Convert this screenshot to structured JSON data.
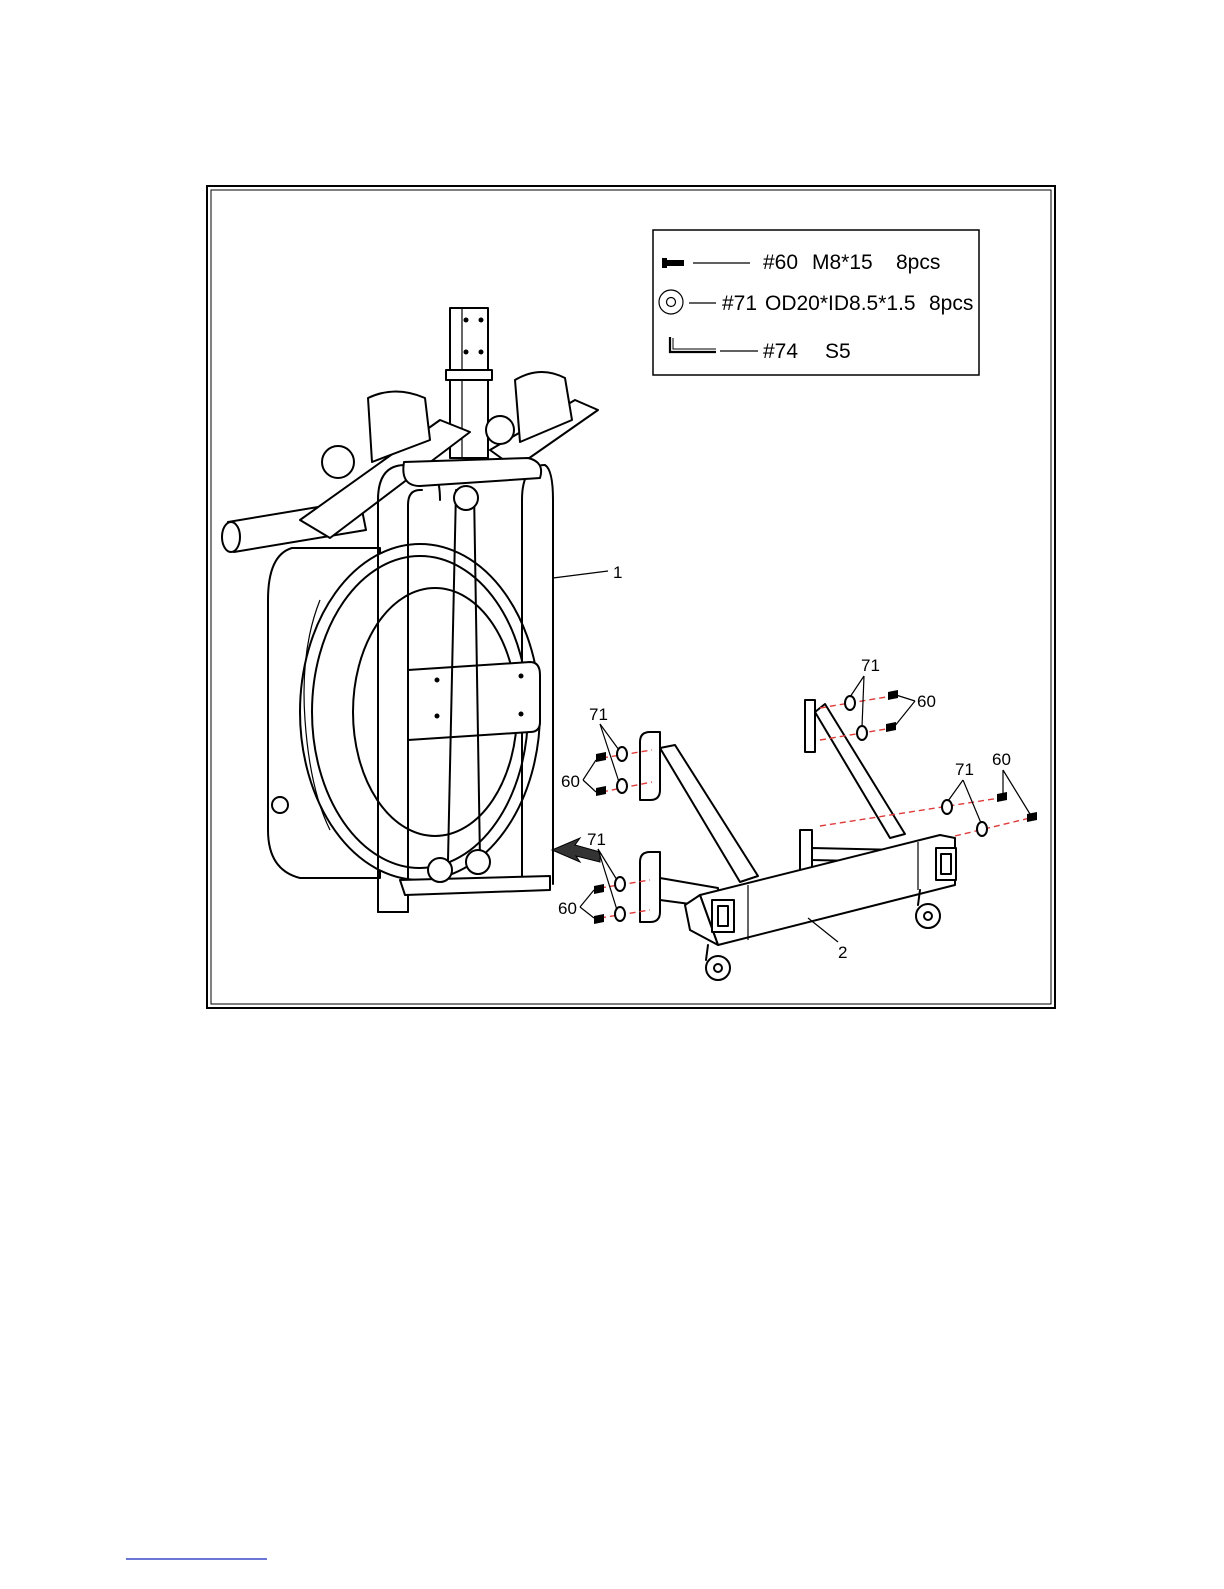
{
  "hardware": [
    {
      "id": "#60",
      "spec": "M8*15",
      "qty": "8pcs",
      "icon": "bolt-icon"
    },
    {
      "id": "#71",
      "spec": "OD20*ID8.5*1.5",
      "qty": "8pcs",
      "icon": "washer-icon"
    },
    {
      "id": "#74",
      "spec": "S5",
      "qty": "",
      "icon": "allen-key-icon"
    }
  ],
  "callouts": {
    "main_frame": "1",
    "base_frame": "2",
    "washer": "71",
    "bolt": "60"
  },
  "colors": {
    "line": "#000000",
    "dashed_guide": "#e03a3a",
    "footer_rule": "#3c48c8"
  }
}
